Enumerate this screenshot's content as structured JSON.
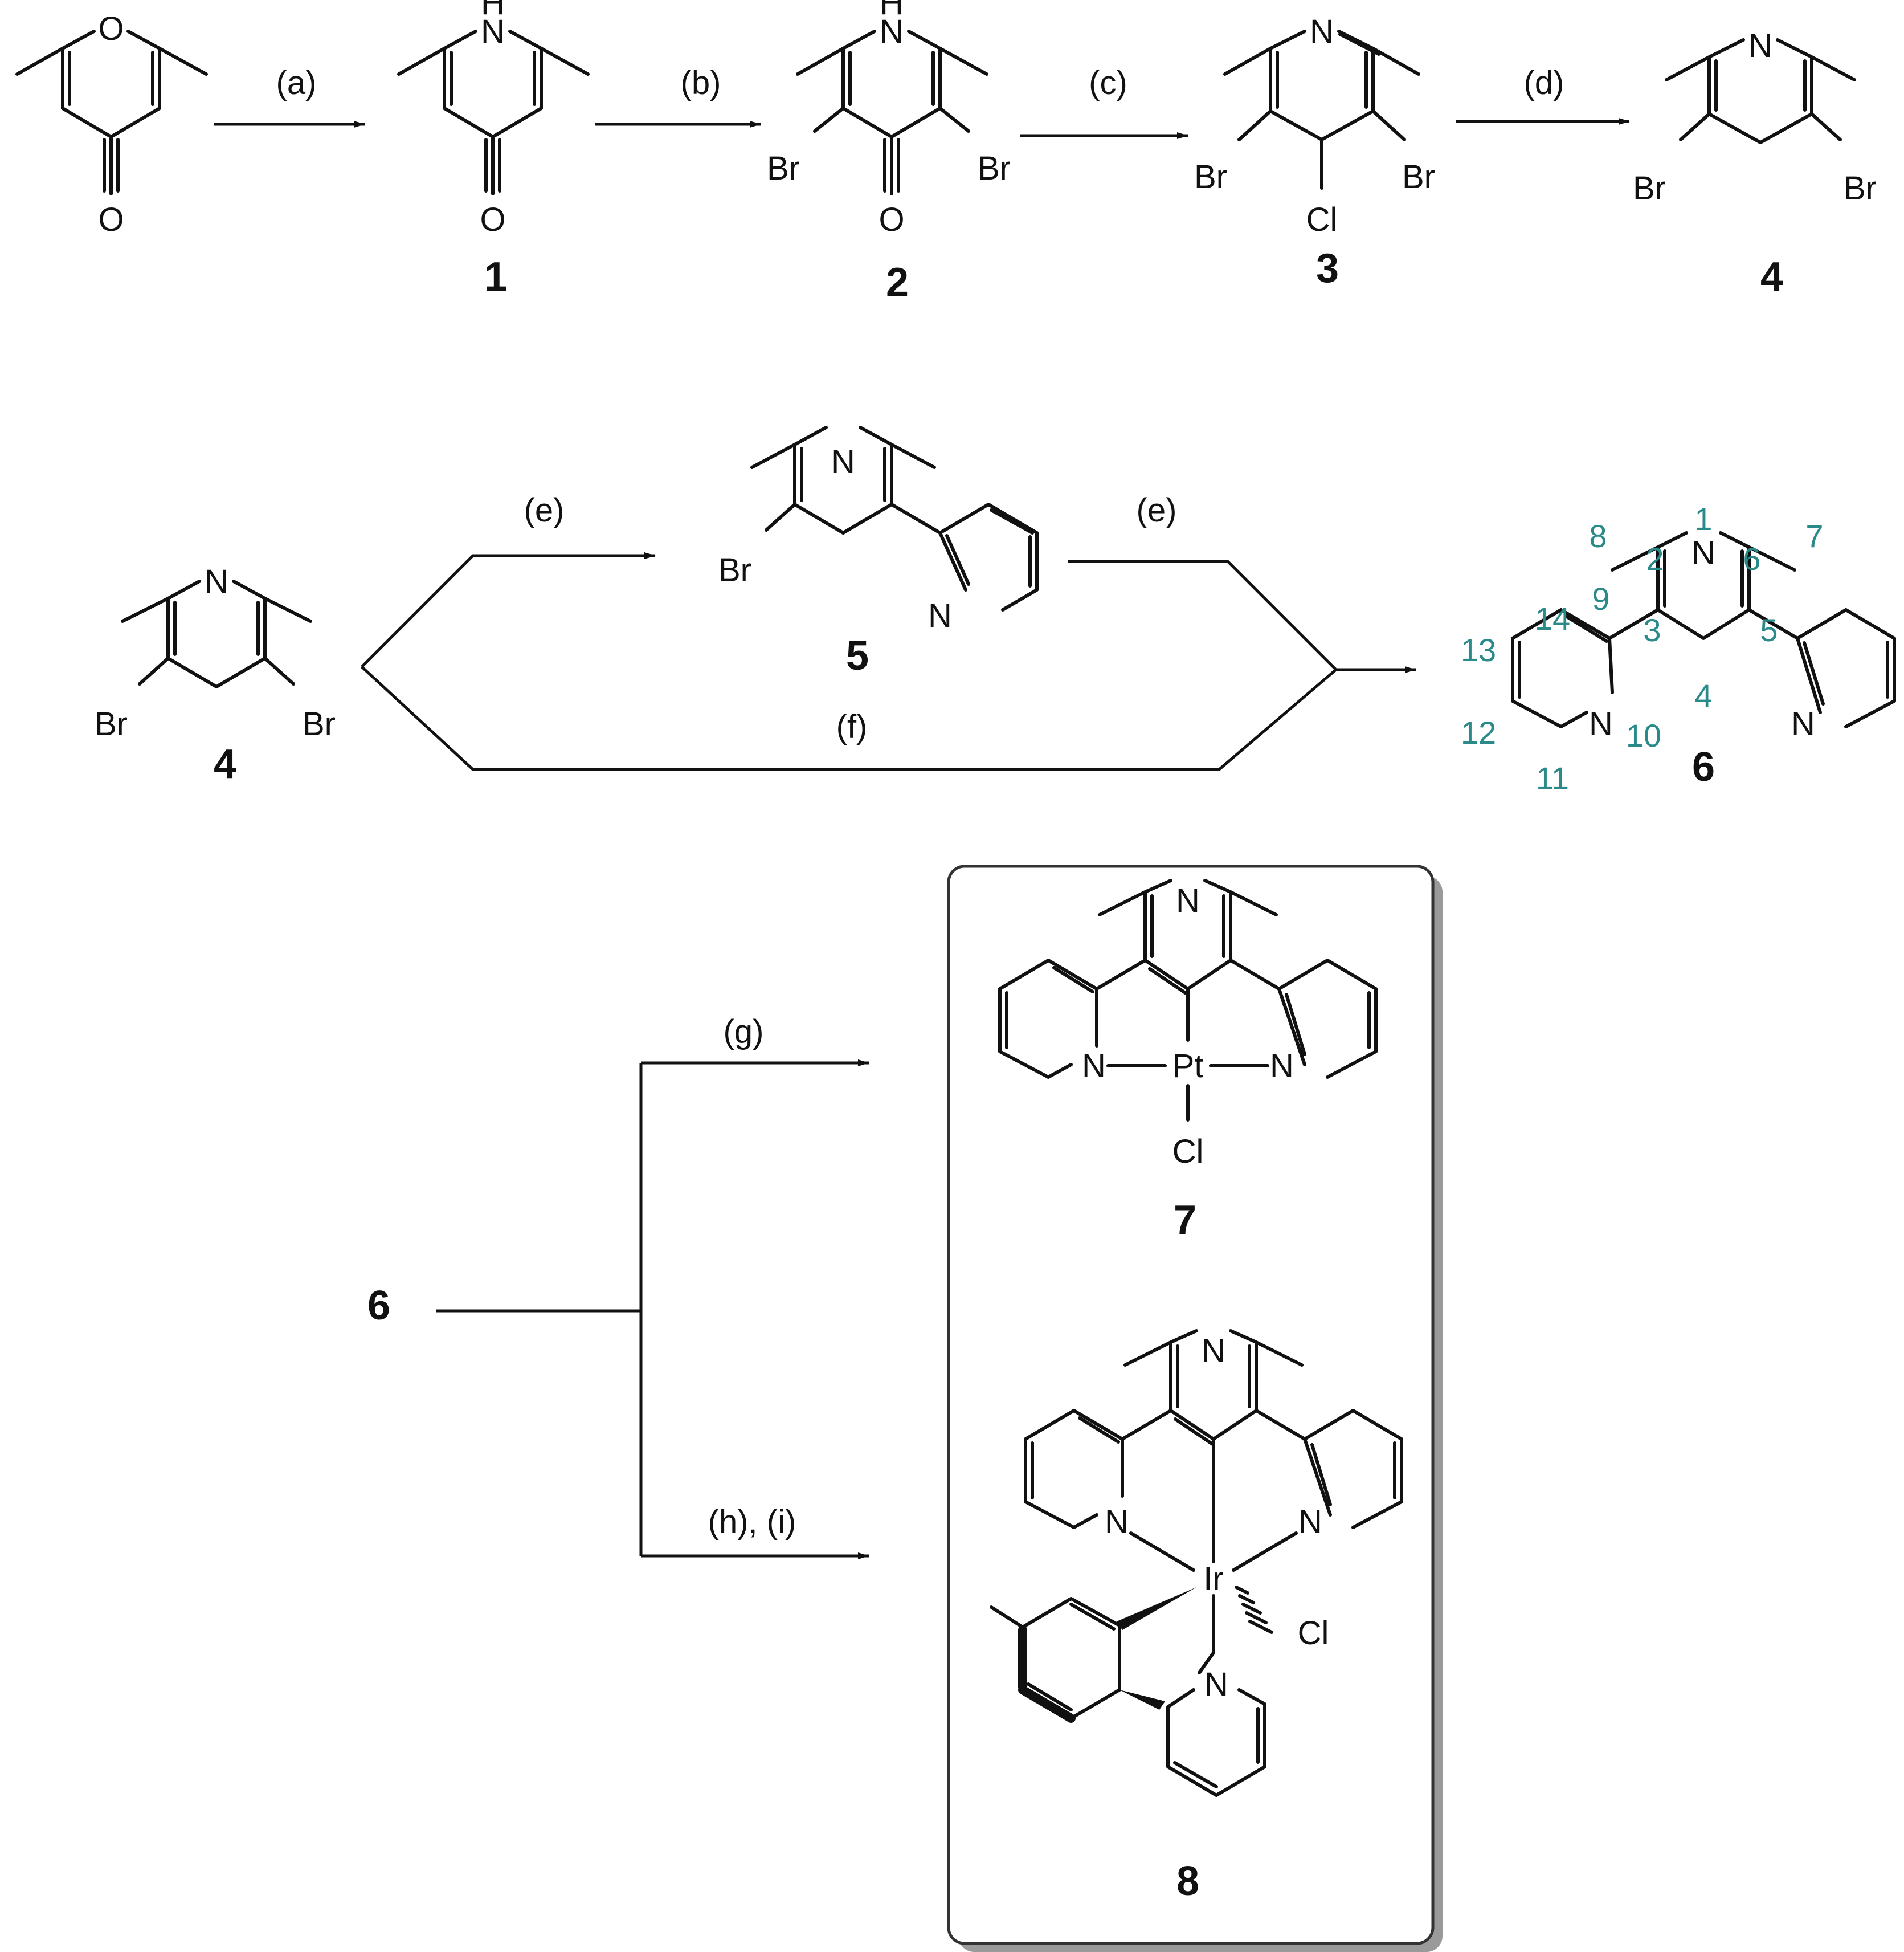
{
  "steps": {
    "a": "(a)",
    "b": "(b)",
    "c": "(c)",
    "d": "(d)",
    "e1": "(e)",
    "e2": "(e)",
    "f": "(f)",
    "g": "(g)",
    "hi": "(h), (i)"
  },
  "compounds": {
    "c1": "1",
    "c2": "2",
    "c3": "3",
    "c4a": "4",
    "c4b": "4",
    "c5": "5",
    "c6": "6",
    "c6start": "6",
    "c7": "7",
    "c8": "8"
  },
  "atoms": {
    "O": "O",
    "N": "N",
    "H": "H",
    "Br": "Br",
    "Cl": "Cl",
    "Pt": "Pt",
    "Ir": "Ir"
  },
  "numbering": [
    "1",
    "2",
    "3",
    "4",
    "5",
    "6",
    "7",
    "8",
    "9",
    "10",
    "11",
    "12",
    "13",
    "14"
  ],
  "colors": {
    "ink": "#111111",
    "numbering": "#2a8a8a",
    "box_shadow": "#9a9a9a"
  }
}
